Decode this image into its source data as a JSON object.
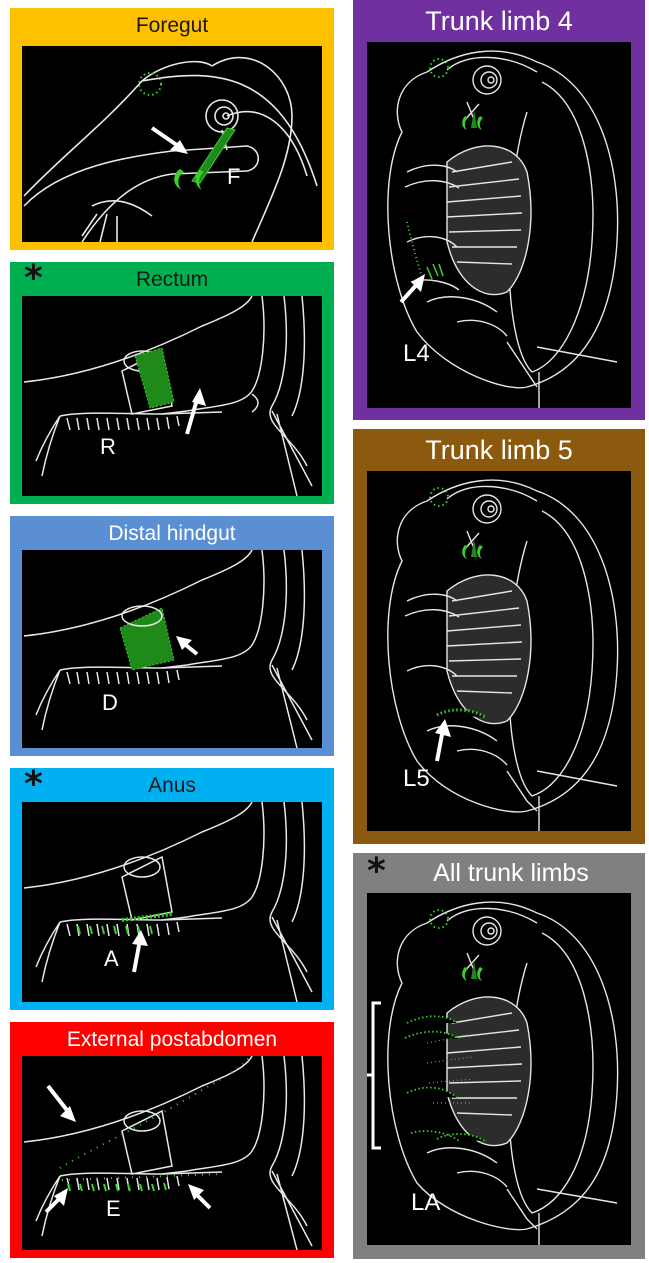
{
  "panels": {
    "foregut": {
      "title": "Foregut",
      "label": "F",
      "color": "#ffc000"
    },
    "rectum": {
      "title": "Rectum",
      "label": "R",
      "color": "#00b050",
      "marker": "*"
    },
    "distal": {
      "title": "Distal hindgut",
      "label": "D",
      "color": "#5b8fd4"
    },
    "anus": {
      "title": "Anus",
      "label": "A",
      "color": "#00b0f0",
      "marker": "*"
    },
    "external": {
      "title": "External postabdomen",
      "label": "E",
      "color": "#ff0000"
    },
    "limb4": {
      "title": "Trunk limb 4",
      "label": "L4",
      "color": "#7030a0"
    },
    "limb5": {
      "title": "Trunk limb 5",
      "label": "L5",
      "color": "#8b5a0f"
    },
    "all": {
      "title": "All trunk limbs",
      "label": "LA",
      "color": "#808080",
      "marker": "*"
    }
  }
}
